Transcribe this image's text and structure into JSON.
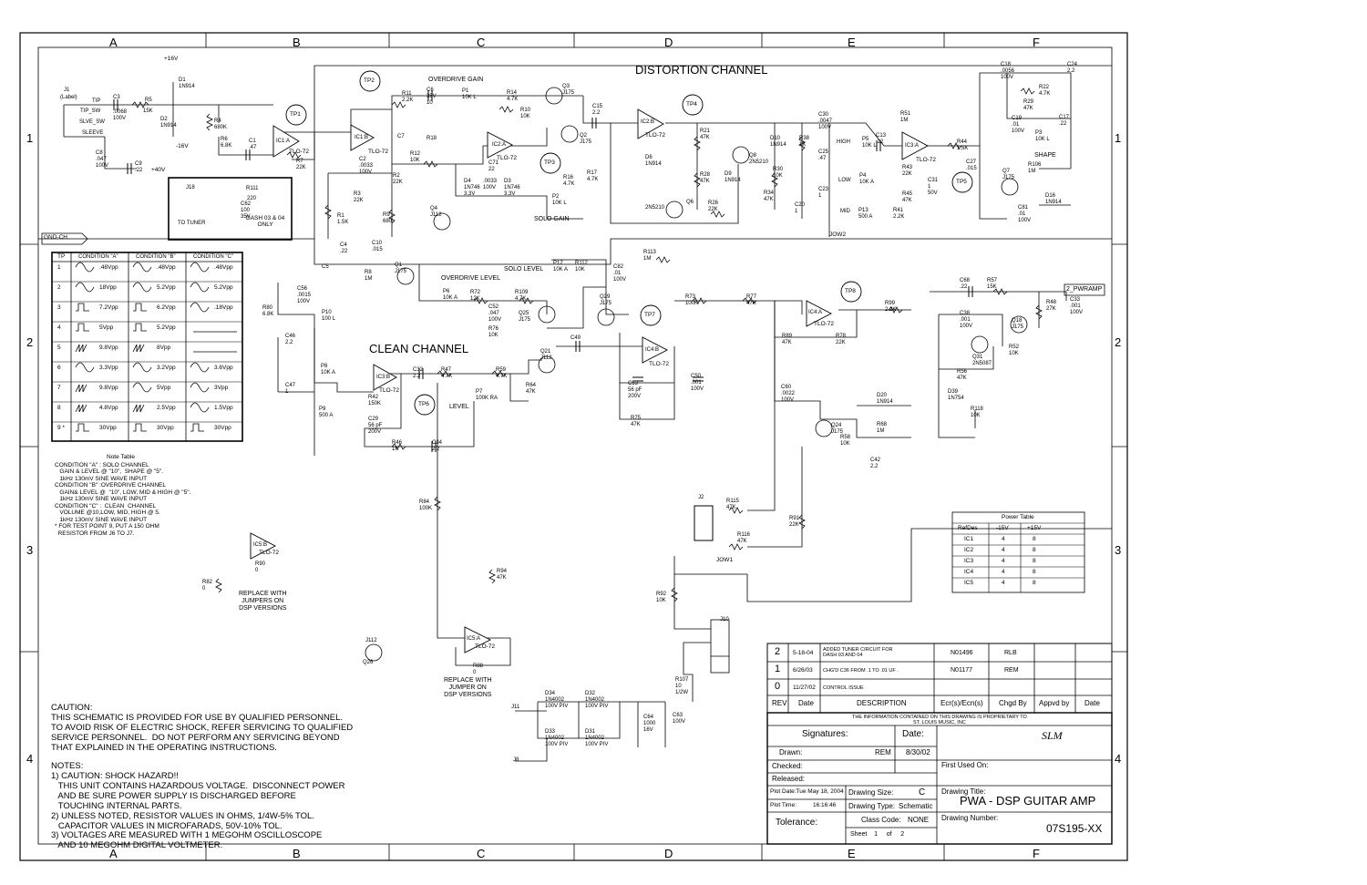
{
  "border": {
    "columns": [
      "A",
      "B",
      "C",
      "D",
      "E",
      "F"
    ],
    "rows": [
      "1",
      "2",
      "3",
      "4"
    ]
  },
  "titles": {
    "distortion": "DISTORTION CHANNEL",
    "clean": "CLEAN CHANNEL",
    "overdrive_gain": "OVERDRIVE GAIN",
    "solo_gain": "SOLO GAIN",
    "solo_level": "SOLO LEVEL",
    "overdrive_level": "OVERDRIVE LEVEL",
    "level": "LEVEL",
    "shape": "SHAPE",
    "to_tuner": "TO TUNER",
    "dash_only": "DASH 03 & 04\nONLY",
    "gnd": "GND-CH",
    "pwramp": "2_PWRAMP",
    "replace1": "REPLACE WITH\nJUMPERS ON\nDSP VERSIONS",
    "replace2": "REPLACE WITH\nJUMPER ON\nDSP VERSIONS",
    "jow1": "JOW1",
    "jow2": "JOW2",
    "plus16": "+16V",
    "minus16": "-16V",
    "plus40": "+40V"
  },
  "testpoints": [
    "TP1",
    "TP2",
    "TP3",
    "TP4",
    "TP5",
    "TP6",
    "TP7",
    "TP8"
  ],
  "opamps": [
    {
      "ref": "IC1:A",
      "part": "TLO-72"
    },
    {
      "ref": "IC1:B",
      "part": "TLO-72"
    },
    {
      "ref": "IC2:A",
      "part": "TLO-72"
    },
    {
      "ref": "IC2:B",
      "part": "TLO-72"
    },
    {
      "ref": "IC3:A",
      "part": "TLO-72"
    },
    {
      "ref": "IC3:B",
      "part": "TLO-72"
    },
    {
      "ref": "IC4:A",
      "part": "TLO-72"
    },
    {
      "ref": "IC4:B",
      "part": "TLO-72"
    },
    {
      "ref": "IC5:A",
      "part": "TLO-72"
    },
    {
      "ref": "IC5:B",
      "part": "TLO-72"
    }
  ],
  "tp_table": {
    "headers": [
      "TP",
      "CONDITION \"A\"",
      "CONDITION \"B\"",
      "CONDITION \"C\""
    ],
    "rows": [
      [
        "1",
        ".48Vpp",
        ".48Vpp",
        ".48Vpp"
      ],
      [
        "2",
        "18Vpp",
        "5.2Vpp",
        "5.2Vpp"
      ],
      [
        "3",
        "7.2Vpp",
        "6.2Vpp",
        ".18Vpp"
      ],
      [
        "4",
        "5Vpp",
        "5.2Vpp",
        ""
      ],
      [
        "5",
        "9.8Vpp",
        "8Vpp",
        ""
      ],
      [
        "6",
        "3.3Vpp",
        "3.2Vpp",
        "3.6Vpp"
      ],
      [
        "7",
        "9.8Vpp",
        "5Vpp",
        "3Vpp"
      ],
      [
        "8",
        "4.8Vpp",
        "2.5Vpp",
        "1.5Vpp"
      ],
      [
        "9 *",
        "30Vpp",
        "30Vpp",
        "30Vpp"
      ]
    ]
  },
  "note_table": {
    "title": "Note Table",
    "text": "CONDITION \"A\" : SOLO CHANNEL\n   GAIN & LEVEL @ \"10\",  SHAPE @ \"5\".\n   1kHz 130mV SINE WAVE INPUT\nCONDITION \"B\" :OVERDRIVE CHANNEL\n   GAIN& LEVEL @  \"10\", LOW, MID & HIGH @ \"5\".\n   1kHz 130mV SINE WAVE INPUT\nCONDITION \"C\" :  CLEAN  CHANNEL\n   VOLUME @10,LOW, MID, HIGH @ 5.\n   1kHz 130mV SINE WAVE INPUT\n* FOR TEST POINT 9, PUT A 150 OHM\n  RESISTOR FROM J6 TO J7."
  },
  "power_table": {
    "title": "Power Table",
    "headers": [
      "RefDes",
      "-15V",
      "+15V"
    ],
    "rows": [
      [
        "IC1",
        "4",
        "8"
      ],
      [
        "IC2",
        "4",
        "8"
      ],
      [
        "IC3",
        "4",
        "8"
      ],
      [
        "IC4",
        "4",
        "8"
      ],
      [
        "IC5",
        "4",
        "8"
      ]
    ]
  },
  "caution": "CAUTION:\nTHIS SCHEMATIC IS PROVIDED FOR USE BY QUALIFIED PERSONNEL.\nTO AVOID RISK OF ELECTRIC SHOCK, REFER SERVICING TO QUALIFIED\nSERVICE PERSONNEL.  DO NOT PERFORM ANY SERVICING BEYOND\nTHAT EXPLAINED IN THE OPERATING INSTRUCTIONS.",
  "notes": "NOTES:\n1) CAUTION: SHOCK HAZARD!!\n   THIS UNIT CONTAINS HAZARDOUS VOLTAGE.  DISCONNECT POWER\n   AND BE SURE POWER SUPPLY IS DISCHARGED BEFORE\n   TOUCHING INTERNAL PARTS.\n2) UNLESS NOTED, RESISTOR VALUES IN OHMS, 1/4W-5% TOL.\n   CAPACITOR VALUES IN MICROFARADS, 50V-10% TOL.\n3) VOLTAGES ARE MEASURED WITH 1 MEGOHM OSCILLOSCOPE\n   AND 10 MEGOHM DIGITAL VOLTMETER.",
  "revisions": [
    {
      "rev": "2",
      "date": "5-18-04",
      "desc": "ADDED TUNER CIRCUIT FOR\nDASH 03 AND 04",
      "ecr": "N01496",
      "by": "RLB"
    },
    {
      "rev": "1",
      "date": "6/26/03",
      "desc": "CHG'D C36 FROM .1 TO .01 UF .",
      "ecr": "N01177",
      "by": "REM"
    },
    {
      "rev": "0",
      "date": "11/27/02",
      "desc": "CONTROL ISSUE",
      "ecr": "",
      "by": ""
    }
  ],
  "rev_headers": {
    "rev": "REV",
    "date": "Date",
    "desc": "DESCRIPTION",
    "ecr": "Ecr(s)/Ecn(s)",
    "chgd": "Chgd By",
    "appvd": "Appvd by",
    "date2": "Date"
  },
  "title_block": {
    "proprietary": "THE INFORMATION CONTAINED ON THIS DRAWING IS PROPRIETARY TO\nST. LOUIS MUSIC, INC",
    "signatures": "Signatures:",
    "date_hdr": "Date:",
    "drawn": "Drawn:",
    "drawn_by": "REM",
    "drawn_date": "8/30/02",
    "checked": "Checked:",
    "released": "Released:",
    "first_used": "First Used On:",
    "plot_date": "Plot Date:Tue May 18, 2004",
    "plot_time_label": "Plot Time:",
    "plot_time": "16:16:46",
    "drawing_size_label": "Drawing Size:",
    "drawing_size": "C",
    "drawing_type_label": "Drawing Type:",
    "drawing_type": "Schematic",
    "class_code_label": "Class Code:",
    "class_code": "NONE",
    "sheet": "Sheet    1     of     2",
    "tolerance": "Tolerance:",
    "drawing_title_label": "Drawing Title:",
    "drawing_title": "PWA - DSP GUITAR AMP",
    "drawing_number_label": "Drawing Number:",
    "drawing_number": "07S195-XX",
    "logo": "SLM"
  },
  "labels": [
    {
      "id": "j1",
      "text": "J1"
    },
    {
      "id": "j1l",
      "text": "(Label)"
    },
    {
      "id": "tip",
      "text": "TIP"
    },
    {
      "id": "tipsw",
      "text": "TIP_SW"
    },
    {
      "id": "slvsw",
      "text": "SLVE_SW"
    },
    {
      "id": "sleeve",
      "text": "SLEEVE"
    },
    {
      "id": "c3",
      "text": "C3"
    },
    {
      "id": "c3v",
      "text": ".0068\n100V"
    },
    {
      "id": "r5",
      "text": "R5"
    },
    {
      "id": "r5v",
      "text": "15K"
    },
    {
      "id": "d1",
      "text": "D1\n1N914"
    },
    {
      "id": "d2",
      "text": "D2\n1N914"
    },
    {
      "id": "r4",
      "text": "R4\n680K"
    },
    {
      "id": "r6",
      "text": "R6\n6.8K"
    },
    {
      "id": "c1",
      "text": "C1\n.47"
    },
    {
      "id": "c8",
      "text": "C8\n.047\n100V"
    },
    {
      "id": "c9",
      "text": "C9\n.22"
    },
    {
      "id": "r7",
      "text": "R7\n22K"
    },
    {
      "id": "j18",
      "text": "J18"
    },
    {
      "id": "r111",
      "text": "R111"
    },
    {
      "id": "r111v",
      "text": "220"
    },
    {
      "id": "c62",
      "text": "C62\n100\n35V"
    },
    {
      "id": "r11",
      "text": "R11\n2.2K"
    },
    {
      "id": "c6",
      "text": "C6\n35V\n10"
    },
    {
      "id": "p1",
      "text": "P1\n10K L"
    },
    {
      "id": "r14",
      "text": "R14\n4.7K"
    },
    {
      "id": "r10",
      "text": "R10\n10K"
    },
    {
      "id": "q3",
      "text": "Q3\nJ175"
    },
    {
      "id": "q2",
      "text": "Q2\nJ175"
    },
    {
      "id": "c7",
      "text": "C7"
    },
    {
      "id": "c2",
      "text": "C2\n.0033\n100V"
    },
    {
      "id": "r12",
      "text": "R12\n10K"
    },
    {
      "id": "r18",
      "text": "R18"
    },
    {
      "id": "c71",
      "text": "C71\n22"
    },
    {
      "id": "r2",
      "text": "R2\n22K"
    },
    {
      "id": "r3",
      "text": "R3\n22K"
    },
    {
      "id": "r1",
      "text": "R1\n1.5K"
    },
    {
      "id": "r9",
      "text": "R9\n680"
    },
    {
      "id": "d4",
      "text": "D4\n1N746\n3.3V"
    },
    {
      "id": "c70",
      "text": ".0033\n100V"
    },
    {
      "id": "d3",
      "text": "D3\n1N746\n3.3V"
    },
    {
      "id": "p2",
      "text": "P2\n10K L"
    },
    {
      "id": "r16",
      "text": "R16\n4.7K"
    },
    {
      "id": "r17",
      "text": "R17\n4.7K"
    },
    {
      "id": "q4",
      "text": "Q4\nJ112"
    },
    {
      "id": "c4",
      "text": "C4\n.22"
    },
    {
      "id": "c10",
      "text": "C10\n.015"
    },
    {
      "id": "c5",
      "text": "C5"
    },
    {
      "id": "r8",
      "text": "R8\n1M"
    },
    {
      "id": "q1",
      "text": "Q1\nJ175"
    },
    {
      "id": "c56",
      "text": "C56\n.0015\n100V"
    },
    {
      "id": "c15",
      "text": "C15\n2.2"
    },
    {
      "id": "r21",
      "text": "R21\n47K"
    },
    {
      "id": "d6",
      "text": "D6\n1N914"
    },
    {
      "id": "r28",
      "text": "R28\n47K"
    },
    {
      "id": "d9",
      "text": "D9\n1N914"
    },
    {
      "id": "q8",
      "text": "Q8\n2N5210"
    },
    {
      "id": "q6",
      "text": "Q6"
    },
    {
      "id": "q6b",
      "text": "2N5210"
    },
    {
      "id": "r26",
      "text": "R26\n22K"
    },
    {
      "id": "d10",
      "text": "D10\n1N914"
    },
    {
      "id": "r38",
      "text": "R38\n1K"
    },
    {
      "id": "c30",
      "text": "C30\n.0047\n100V"
    },
    {
      "id": "r30",
      "text": "R30\n10K"
    },
    {
      "id": "c25",
      "text": "C25\n.47"
    },
    {
      "id": "r34",
      "text": "R34\n47K"
    },
    {
      "id": "c20",
      "text": "C20\n1"
    },
    {
      "id": "c23",
      "text": "C23\n1"
    },
    {
      "id": "high",
      "text": "HIGH"
    },
    {
      "id": "low",
      "text": "LOW"
    },
    {
      "id": "mid",
      "text": "MID"
    },
    {
      "id": "p5",
      "text": "P5\n10K L"
    },
    {
      "id": "p4",
      "text": "P4\n10K A"
    },
    {
      "id": "p13",
      "text": "P13\n500 A"
    },
    {
      "id": "r51",
      "text": "R51\n1M"
    },
    {
      "id": "c13",
      "text": "C13\n.22"
    },
    {
      "id": "r43",
      "text": "R43\n22K"
    },
    {
      "id": "c31",
      "text": "C31\n1\n50V"
    },
    {
      "id": "r45",
      "text": "R45\n47K"
    },
    {
      "id": "r41",
      "text": "R41\n2.2K"
    },
    {
      "id": "r44",
      "text": "R44\n1.5K"
    },
    {
      "id": "c27",
      "text": "C27\n.015"
    },
    {
      "id": "c18",
      "text": "C18\n.0056\n100V"
    },
    {
      "id": "c24",
      "text": "C24\n2.2"
    },
    {
      "id": "r22",
      "text": "R22\n4.7K"
    },
    {
      "id": "r29",
      "text": "R29\n47K"
    },
    {
      "id": "c19",
      "text": "C19\n.01\n100V"
    },
    {
      "id": "c17",
      "text": "C17\n.22"
    },
    {
      "id": "p3",
      "text": "P3\n10K L"
    },
    {
      "id": "q7",
      "text": "Q7\nJ175"
    },
    {
      "id": "r106",
      "text": "R106\n1M"
    },
    {
      "id": "c81",
      "text": "C81\n.01\n100V"
    },
    {
      "id": "d16",
      "text": "D16\n1N914"
    },
    {
      "id": "p12",
      "text": "P12\n10K A"
    },
    {
      "id": "r112",
      "text": "R112\n10K"
    },
    {
      "id": "r113",
      "text": "R113\n1M"
    },
    {
      "id": "c82",
      "text": "C82\n.01\n100V"
    },
    {
      "id": "p6",
      "text": "P6\n10K A"
    },
    {
      "id": "r72",
      "text": "R72\n12K"
    },
    {
      "id": "c52",
      "text": "C52\n.047\n100V"
    },
    {
      "id": "r109",
      "text": "R109\n4.7K"
    },
    {
      "id": "q29",
      "text": "Q29\nJ175"
    },
    {
      "id": "q25",
      "text": "Q25\nJ175"
    },
    {
      "id": "r76",
      "text": "R76\n10K"
    },
    {
      "id": "c49",
      "text": "C49"
    },
    {
      "id": "q21",
      "text": "Q21\nJ112"
    },
    {
      "id": "r80",
      "text": "R80\n6.8K"
    },
    {
      "id": "p10",
      "text": "P10\n100 L"
    },
    {
      "id": "c46",
      "text": "C46\n2.2"
    },
    {
      "id": "p8",
      "text": "P8\n10K A"
    },
    {
      "id": "c47",
      "text": "C47\n1"
    },
    {
      "id": "p9",
      "text": "P9\n500 A"
    },
    {
      "id": "c32",
      "text": "C32\n2.2"
    },
    {
      "id": "r47",
      "text": "R47\n4.7K"
    },
    {
      "id": "r59",
      "text": "R59\n4.7K"
    },
    {
      "id": "r64",
      "text": "R64\n47K"
    },
    {
      "id": "r42",
      "text": "R42\n150K"
    },
    {
      "id": "c29",
      "text": "C29\n56 pF\n200V"
    },
    {
      "id": "p7",
      "text": "P7\n100K RA"
    },
    {
      "id": "r46",
      "text": "R46\n1K"
    },
    {
      "id": "c34",
      "text": "C34\n2.2"
    },
    {
      "id": "r73",
      "text": "R73\n100K"
    },
    {
      "id": "r77",
      "text": "R77\n47K"
    },
    {
      "id": "r99",
      "text": "R99\n2.2K"
    },
    {
      "id": "c53",
      "text": "C53\n56 pF\n200V"
    },
    {
      "id": "c50",
      "text": "C50\n.001\n100V"
    },
    {
      "id": "r75",
      "text": "R75\n47K"
    },
    {
      "id": "r89",
      "text": "R89\n47K"
    },
    {
      "id": "r78",
      "text": "R78\n22K"
    },
    {
      "id": "c60",
      "text": "C60\n.0022\n100V"
    },
    {
      "id": "d20",
      "text": "D20\n1N914"
    },
    {
      "id": "q24",
      "text": "Q24\nJ175"
    },
    {
      "id": "r58",
      "text": "R58\n10K"
    },
    {
      "id": "r68",
      "text": "R68\n1M"
    },
    {
      "id": "c42",
      "text": "C42\n2.2"
    },
    {
      "id": "c68",
      "text": "C68\n.22"
    },
    {
      "id": "r57",
      "text": "R57\n15K"
    },
    {
      "id": "r48",
      "text": "R48\n27K"
    },
    {
      "id": "c33",
      "text": "C33\n.001\n100V"
    },
    {
      "id": "c38",
      "text": "C38\n.001\n100V"
    },
    {
      "id": "q18",
      "text": "Q18\nJ175"
    },
    {
      "id": "r52",
      "text": "R52\n10K"
    },
    {
      "id": "q31",
      "text": "Q31\n2N5087"
    },
    {
      "id": "r56",
      "text": "R56\n47K"
    },
    {
      "id": "d39",
      "text": "D39\n1N754"
    },
    {
      "id": "r118",
      "text": "R118\n10K"
    },
    {
      "id": "j2",
      "text": "J2"
    },
    {
      "id": "r115",
      "text": "R115\n47K"
    },
    {
      "id": "r116",
      "text": "R116\n47K"
    },
    {
      "id": "r91",
      "text": "R91\n22K"
    },
    {
      "id": "r84",
      "text": "R84\n100K"
    },
    {
      "id": "r94",
      "text": "R94\n47K"
    },
    {
      "id": "r92",
      "text": "R92\n10K"
    },
    {
      "id": "j10",
      "text": "J10"
    },
    {
      "id": "r82",
      "text": "R82\n0"
    },
    {
      "id": "r90",
      "text": "R90\n0"
    },
    {
      "id": "r88",
      "text": "R88\n0"
    },
    {
      "id": "q26",
      "text": "Q26"
    },
    {
      "id": "j112",
      "text": "J112"
    },
    {
      "id": "j11",
      "text": "J11"
    },
    {
      "id": "j8",
      "text": "J8"
    },
    {
      "id": "d34",
      "text": "D34\n1N4002\n100V PIV"
    },
    {
      "id": "d32",
      "text": "D32\n1N4002\n100V PIV"
    },
    {
      "id": "d33",
      "text": "D33\n1N4002\n100V PIV"
    },
    {
      "id": "d31",
      "text": "D31\n1N4002\n100V PIV"
    },
    {
      "id": "c64",
      "text": "C64\n1000\n16V"
    },
    {
      "id": "c63",
      "text": "C63\n100V"
    },
    {
      "id": "r107",
      "text": "R107\n10\n1/2W"
    }
  ]
}
